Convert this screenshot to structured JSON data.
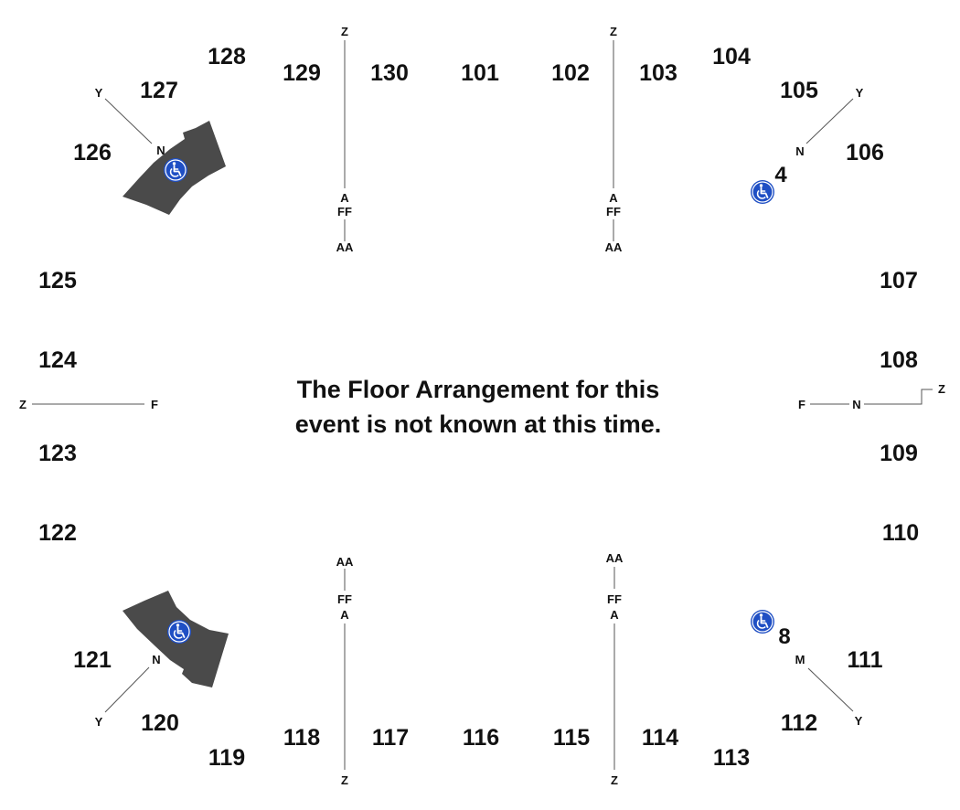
{
  "sections": {
    "s128": "128",
    "s129": "129",
    "s130": "130",
    "s101": "101",
    "s102": "102",
    "s103": "103",
    "s104": "104",
    "s105": "105",
    "s106": "106",
    "s107": "107",
    "s108": "108",
    "s109": "109",
    "s110": "110",
    "s111": "111",
    "s112": "112",
    "s113": "113",
    "s114": "114",
    "s115": "115",
    "s116": "116",
    "s117": "117",
    "s118": "118",
    "s119": "119",
    "s120": "120",
    "s121": "121",
    "s122": "122",
    "s123": "123",
    "s124": "124",
    "s125": "125",
    "s126": "126",
    "s127": "127"
  },
  "rows": {
    "z": "Z",
    "a": "A",
    "ff": "FF",
    "aa": "AA",
    "y": "Y",
    "n": "N",
    "m": "M",
    "f": "F"
  },
  "accessible_areas": {
    "area_4": "4",
    "area_8": "8"
  },
  "message": {
    "line1": "The Floor Arrangement for this",
    "line2": "event is not known at this time."
  },
  "colors": {
    "accessible_icon": "#1f4fc4",
    "platform": "#4a4a4a",
    "text": "#111111",
    "guide_line": "#555555"
  },
  "icons": {
    "accessible": "wheelchair-accessible-icon"
  }
}
